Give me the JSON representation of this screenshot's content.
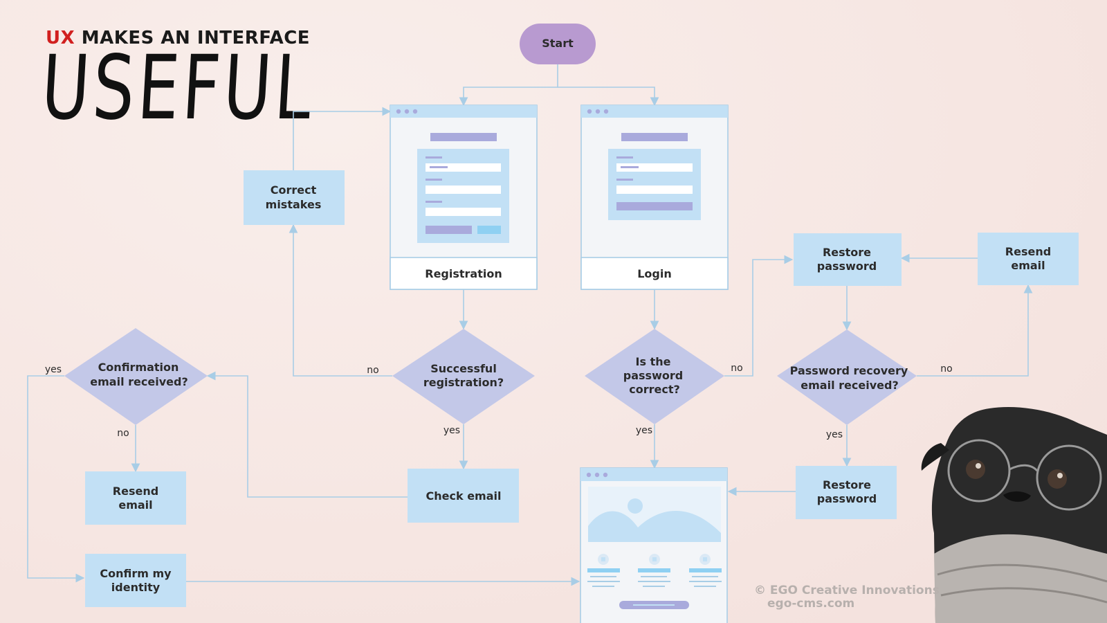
{
  "title": {
    "prefix": "UX",
    "rest": "MAKES AN INTERFACE",
    "big": "USEFUL"
  },
  "flow": {
    "start": "Start",
    "registration": "Registration",
    "login": "Login",
    "correct_mistakes": [
      "Correct",
      "mistakes"
    ],
    "successful_registration": [
      "Successful",
      "registration?"
    ],
    "password_correct": [
      "Is the",
      "password",
      "correct?"
    ],
    "restore_password_top": [
      "Restore",
      "password"
    ],
    "resend_email_right": [
      "Resend",
      "email"
    ],
    "recovery_received": [
      "Password recovery",
      "email received?"
    ],
    "confirmation_received": [
      "Confirmation",
      "email received?"
    ],
    "resend_email_left": [
      "Resend",
      "email"
    ],
    "check_email": "Check email",
    "restore_password_bottom": [
      "Restore",
      "password"
    ],
    "confirm_identity": [
      "Confirm my",
      "identity"
    ]
  },
  "edge_labels": {
    "yes_confirmation": "yes",
    "no_confirmation": "no",
    "no_registration": "no",
    "yes_registration": "yes",
    "no_password": "no",
    "yes_password": "yes",
    "no_recovery": "no",
    "yes_recovery": "yes"
  },
  "credit": {
    "line1": "© EGO Creative Innovations",
    "line2": "ego-cms.com"
  },
  "colors": {
    "start_fill": "#b89ad0",
    "box_fill": "#c2e0f5",
    "diamond_fill": "#c3c8e8",
    "line": "#a8cde6",
    "wire_bar": "#a9aadc"
  }
}
